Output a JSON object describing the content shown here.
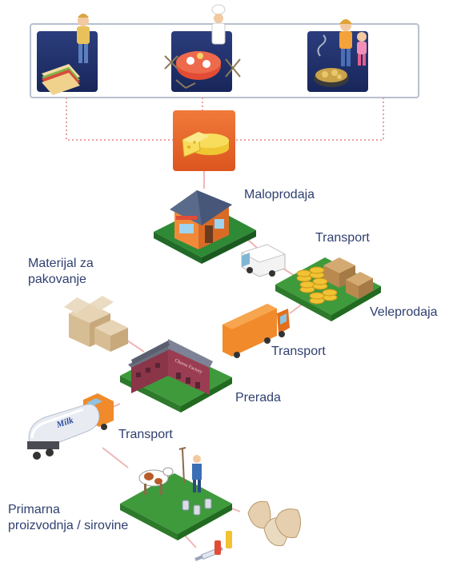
{
  "labels": {
    "maloprodaja": "Maloprodaja",
    "transport_top": "Transport",
    "materijal_line1": "Materijal za",
    "materijal_line2": "pakovanje",
    "veleprodaja": "Veleprodaja",
    "transport_mid": "Transport",
    "prerada": "Prerada",
    "transport_low": "Transport",
    "primarna_line1": "Primarna",
    "primarna_line2": "proizvodnja / sirovine"
  },
  "colors": {
    "label_text": "#2f3f6f",
    "consumer_tile": "#1f2f6a",
    "cheese_tile": "#e8632a",
    "grass": "#3f9a3c",
    "connector": "#e9a0a0"
  },
  "icons": {
    "consumer_1": "sandwich-person-icon",
    "consumer_2": "restaurant-chef-icon",
    "consumer_3": "family-meal-icon",
    "product": "cheese-icon",
    "retail": "shop-building-icon",
    "van": "delivery-van-icon",
    "wholesale": "cheese-wheels-crates-icon",
    "packaging": "cardboard-boxes-icon",
    "truck": "orange-truck-icon",
    "processing": "cheese-factory-icon",
    "tanker": "milk-tanker-icon",
    "farm": "dairy-farm-icon",
    "feed": "feed-sacks-icon",
    "vet": "syringe-medicine-icon"
  },
  "factory_sign": "Cheese Factory",
  "tanker_brand": "Milk"
}
